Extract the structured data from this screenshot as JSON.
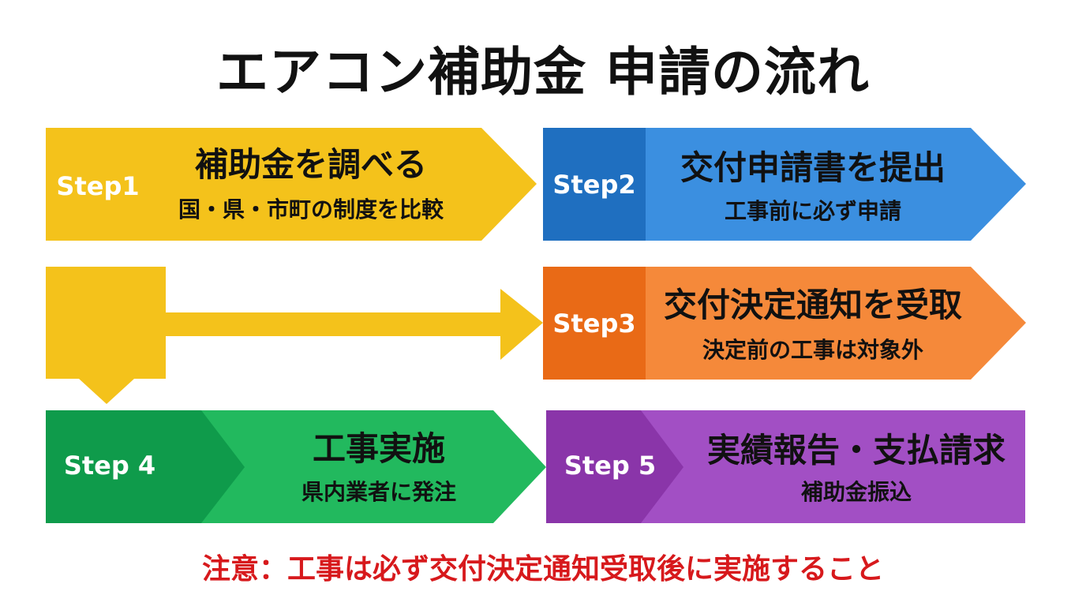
{
  "title": "エアコン補助金 申請の流れ",
  "colors": {
    "step1": "#f4c21b",
    "step2_dark": "#1f6fc0",
    "step2_light": "#3b8fe0",
    "step3_dark": "#e96a16",
    "step3_light": "#f5893a",
    "step4_dark": "#0f9b4b",
    "step4_light": "#22b95e",
    "step5_dark": "#8a35a9",
    "step5_light": "#a24fc4",
    "note": "#d7191c"
  },
  "steps": [
    {
      "label": "Step1",
      "heading": "補助金を調べる",
      "sub": "国・県・市町の制度を比較"
    },
    {
      "label": "Step2",
      "heading": "交付申請書を提出",
      "sub": "工事前に必ず申請"
    },
    {
      "label": "Step3",
      "heading": "交付決定通知を受取",
      "sub": "決定前の工事は対象外"
    },
    {
      "label": "Step 4",
      "heading": "工事実施",
      "sub": "県内業者に発注"
    },
    {
      "label": "Step 5",
      "heading": "実績報告・支払請求",
      "sub": "補助金振込"
    }
  ],
  "note": "注意：工事は必ず交付決定通知受取後に実施すること"
}
